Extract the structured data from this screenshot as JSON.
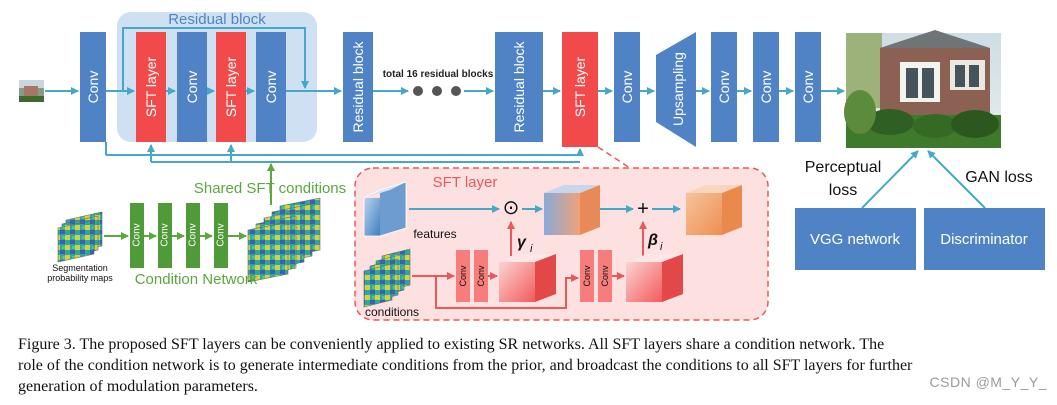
{
  "diagram": {
    "residual_block_title": "Residual block",
    "sft_layer": "SFT layer",
    "conv": "Conv",
    "residual_block": "Residual block",
    "total_blocks": "total 16 residual blocks",
    "upsampling": "Upsampling",
    "shared_conditions": "Shared SFT conditions",
    "condition_network": "Condition Network",
    "segmentation_line1": "Segmentation",
    "segmentation_line2": "probability maps",
    "sft_panel_title": "SFT layer",
    "features": "features",
    "conditions": "conditions",
    "gamma": "γ",
    "beta": "β",
    "subscript": "i",
    "multiply_symbol": "⊙",
    "plus_symbol": "+",
    "perceptual_line1": "Perceptual",
    "perceptual_line2": "loss",
    "gan_loss": "GAN loss",
    "vgg_network": "VGG network",
    "discriminator": "Discriminator"
  },
  "colors": {
    "blue_block": "#4f83c5",
    "red_block": "#f24a4a",
    "green_block": "#4f9b3a",
    "arrow_blue": "#46a8c8",
    "residual_bg": "#cfe0f3",
    "sft_panel_bg": "#fde0e0",
    "sft_panel_border": "#e85a5a",
    "green_text": "#5aa83e",
    "red_text": "#e85a5a"
  },
  "caption": {
    "line1": "Figure 3. The proposed SFT layers can be conveniently applied to existing SR networks. All SFT layers share a condition network. The",
    "line2": "role of the condition network is to generate intermediate conditions from the prior, and broadcast the conditions to all SFT layers for further",
    "line3": "generation of modulation parameters."
  },
  "watermark": "CSDN @M_Y_Y_"
}
